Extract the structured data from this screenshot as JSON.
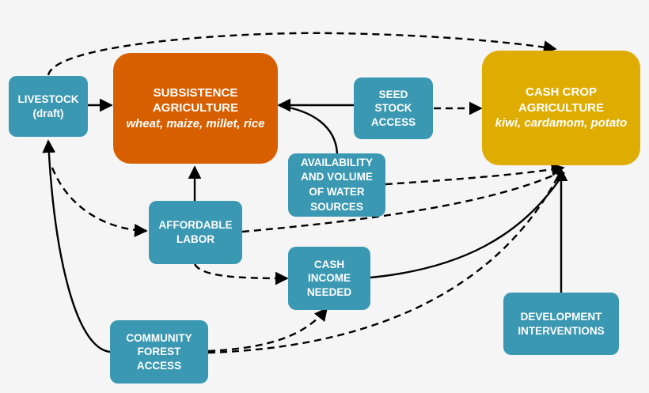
{
  "colors": {
    "background": "#f5f5f5",
    "subsistence": "#d85f00",
    "cash_crop": "#dfac01",
    "factor": "#3b98b2",
    "text": "#ffffff",
    "arrow": "#000000"
  },
  "nodes": {
    "livestock": {
      "lines": [
        "LIVESTOCK",
        "(draft)"
      ]
    },
    "subsistence": {
      "title": [
        "SUBSISTENCE",
        "AGRICULTURE"
      ],
      "subtitle": "wheat, maize, millet, rice"
    },
    "seed": {
      "lines": [
        "SEED",
        "STOCK",
        "ACCESS"
      ]
    },
    "cash_crop": {
      "title": [
        "CASH CROP",
        "AGRICULTURE"
      ],
      "subtitle": "kiwi, cardamom, potato"
    },
    "water": {
      "lines": [
        "AVAILABILITY",
        "AND VOLUME",
        "OF WATER",
        "SOURCES"
      ]
    },
    "labor": {
      "lines": [
        "AFFORDABLE",
        "LABOR"
      ]
    },
    "cash_income": {
      "lines": [
        "CASH",
        "INCOME",
        "NEEDED"
      ]
    },
    "forest": {
      "lines": [
        "COMMUNITY",
        "FOREST",
        "ACCESS"
      ]
    },
    "development": {
      "lines": [
        "DEVELOPMENT",
        "INTERVENTIONS"
      ]
    }
  },
  "edges": [
    {
      "from": "livestock",
      "to": "subsistence",
      "style": "solid"
    },
    {
      "from": "livestock",
      "to": "cash_crop",
      "style": "dashed"
    },
    {
      "from": "livestock",
      "to": "labor",
      "style": "dashed"
    },
    {
      "from": "forest",
      "to": "livestock",
      "style": "solid"
    },
    {
      "from": "seed",
      "to": "subsistence",
      "style": "solid"
    },
    {
      "from": "seed",
      "to": "cash_crop",
      "style": "dashed"
    },
    {
      "from": "water",
      "to": "subsistence",
      "style": "solid"
    },
    {
      "from": "water",
      "to": "cash_crop",
      "style": "dashed"
    },
    {
      "from": "labor",
      "to": "subsistence",
      "style": "solid"
    },
    {
      "from": "labor",
      "to": "cash_crop",
      "style": "dashed"
    },
    {
      "from": "labor",
      "to": "cash_income",
      "style": "dashed"
    },
    {
      "from": "cash_income",
      "to": "cash_crop",
      "style": "solid"
    },
    {
      "from": "forest",
      "to": "cash_income",
      "style": "dashed"
    },
    {
      "from": "forest",
      "to": "cash_crop",
      "style": "dashed"
    },
    {
      "from": "development",
      "to": "cash_crop",
      "style": "solid"
    }
  ]
}
